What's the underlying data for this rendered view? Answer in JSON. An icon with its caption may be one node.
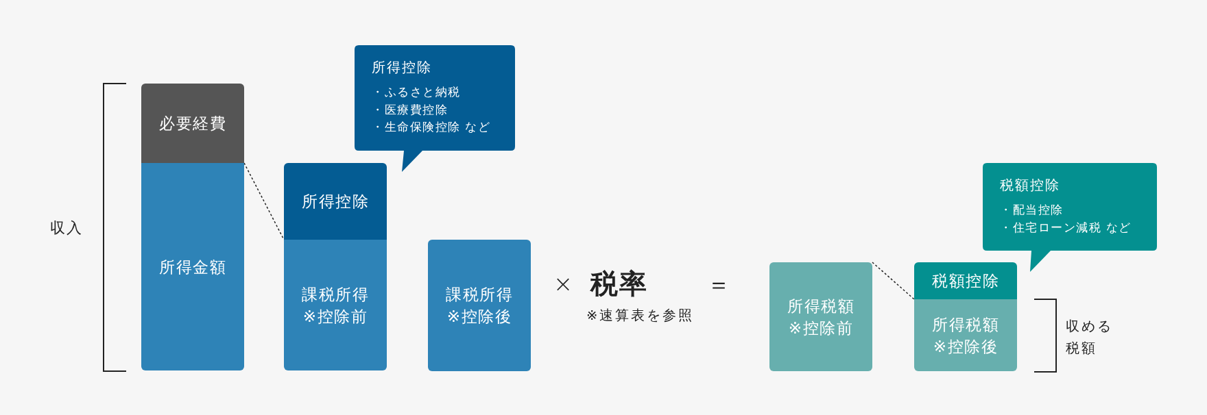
{
  "diagram": {
    "nodes": [
      {
        "text": [
          "必要経費"
        ]
      },
      {
        "text": [
          "所得金額"
        ]
      },
      {
        "text": [
          "所得控除",
          "・ふるさと納税",
          "・医療費控除",
          "・生命保険控除 など"
        ]
      },
      {
        "text": [
          "所得控除"
        ]
      },
      {
        "text": [
          "課税所得",
          "※控除前"
        ]
      },
      {
        "text": [
          "課税所得",
          "※控除後"
        ]
      },
      {
        "text": [
          "所得税額",
          "※控除前"
        ]
      },
      {
        "text": [
          "税額控除",
          "・配当控除",
          "・住宅ローン減税 など"
        ]
      },
      {
        "text": [
          "税額控除"
        ]
      },
      {
        "text": [
          "所得税額",
          "※控除後"
        ]
      }
    ],
    "edges": [
      {
        "from": 1,
        "to": 3,
        "arrow": "none",
        "style": "dashed"
      },
      {
        "from": 6,
        "to": 8,
        "arrow": "none",
        "style": "dashed"
      }
    ],
    "labels": [
      "収入",
      "×",
      "税率",
      "※速算表を参照",
      "＝",
      "収める税額"
    ]
  }
}
